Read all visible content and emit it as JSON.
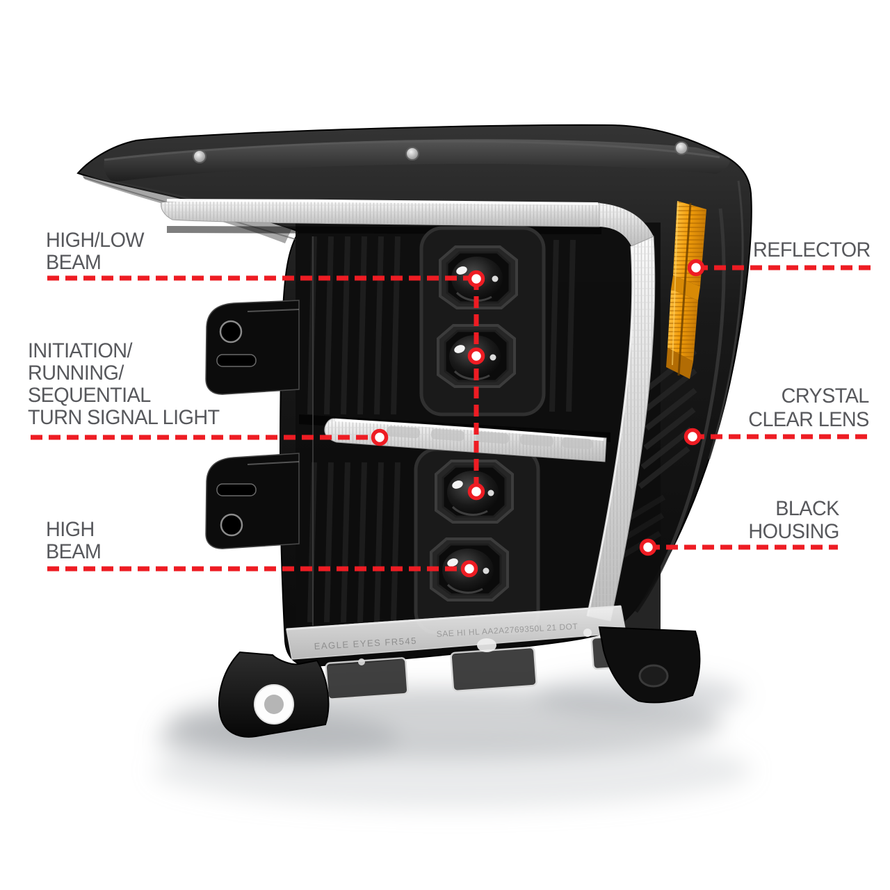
{
  "figure": {
    "background": "#ffffff"
  },
  "colors": {
    "leader_red": "#ee1c23",
    "label_text": "#57585c",
    "marker_fill": "#ffffff",
    "amber_reflector": "#f2a413",
    "housing_black": "#111111",
    "drl_silver": "#e8e8e8"
  },
  "callouts": [
    {
      "id": "high-low-beam",
      "side": "left",
      "lines": [
        "HIGH/LOW",
        "BEAM"
      ]
    },
    {
      "id": "turn-signal-light",
      "side": "left",
      "lines": [
        "INITIATION/",
        "RUNNING/",
        "SEQUENTIAL",
        "TURN SIGNAL LIGHT"
      ]
    },
    {
      "id": "high-beam",
      "side": "left",
      "lines": [
        "HIGH",
        "BEAM"
      ]
    },
    {
      "id": "reflector",
      "side": "right",
      "lines": [
        "REFLECTOR"
      ]
    },
    {
      "id": "crystal-clear-lens",
      "side": "right",
      "lines": [
        "CRYSTAL",
        "CLEAR LENS"
      ]
    },
    {
      "id": "black-housing",
      "side": "right",
      "lines": [
        "BLACK",
        "HOUSING"
      ]
    }
  ],
  "lens_markings": {
    "left": "EAGLE EYES FR545",
    "right": "SAE HI HL AA2A2769350L 21 DOT"
  }
}
